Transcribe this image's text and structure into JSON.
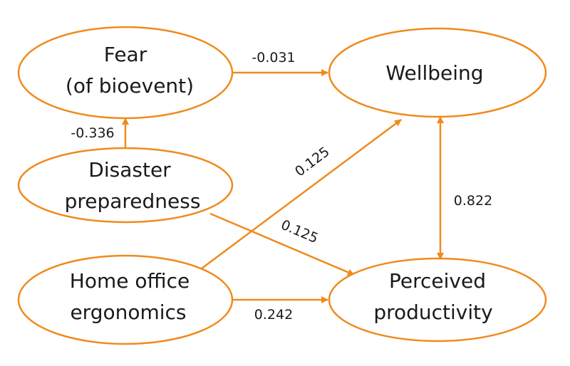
{
  "colors": {
    "accent": "#f08a1c",
    "text": "#1a1a1a",
    "background": "#ffffff"
  },
  "nodes": {
    "fear": {
      "lines": [
        "Fear",
        "(of bioevent)"
      ]
    },
    "wellbeing": {
      "lines": [
        "Wellbeing"
      ]
    },
    "disaster": {
      "lines": [
        "Disaster",
        "preparedness"
      ]
    },
    "home_office": {
      "lines": [
        "Home office",
        "ergonomics"
      ]
    },
    "productivity": {
      "lines": [
        "Perceived",
        "productivity"
      ]
    }
  },
  "edges": [
    {
      "id": "fear-wellbeing",
      "from": "fear",
      "to": "wellbeing",
      "label": "-0.031",
      "direction": "forward"
    },
    {
      "id": "disaster-fear",
      "from": "disaster",
      "to": "fear",
      "label": "-0.336",
      "direction": "forward"
    },
    {
      "id": "homeoffice-wellbeing",
      "from": "home_office",
      "to": "wellbeing",
      "label": "0.125",
      "direction": "forward"
    },
    {
      "id": "disaster-productivity",
      "from": "disaster",
      "to": "productivity",
      "label": "0.125",
      "direction": "forward"
    },
    {
      "id": "homeoffice-productivity",
      "from": "home_office",
      "to": "productivity",
      "label": "0.242",
      "direction": "forward"
    },
    {
      "id": "wellbeing-productivity",
      "from": "wellbeing",
      "to": "productivity",
      "label": "0.822",
      "direction": "both"
    }
  ]
}
